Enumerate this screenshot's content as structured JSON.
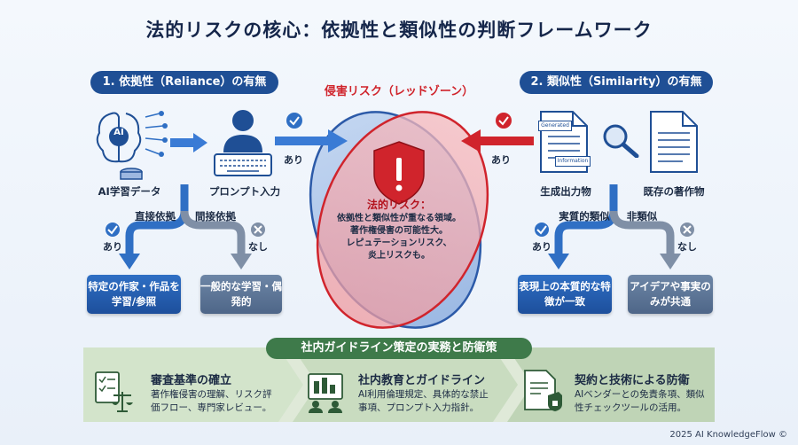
{
  "title": "法的リスクの核心：依拠性と類似性の判断フレームワーク",
  "left": {
    "header": "1. 依拠性（Reliance）の有無",
    "ai_data_label": "AI学習データ",
    "ai_badge": "AI",
    "prompt_label": "プロンプト入力",
    "direct_label": "直接依拠",
    "indirect_label": "間接依拠",
    "yes_label": "あり",
    "no_label": "なし",
    "result_yes": "特定の作家・作品を学習/参照",
    "result_no": "一般的な学習・偶発的"
  },
  "center": {
    "header": "侵害リスク（レッドゾーン）",
    "arrow_left_label": "あり",
    "arrow_right_label": "あり",
    "risk_title": "法的リスク：",
    "risk_lines": [
      "依拠性と類似性が重なる領域。",
      "著作権侵害の可能性大。",
      "レピュテーションリスク、",
      "炎上リスクも。"
    ]
  },
  "right": {
    "header": "2. 類似性（Similarity）の有無",
    "output_label": "生成出力物",
    "existing_label": "既存の著作物",
    "doc_tag1": "Generated",
    "doc_tag2": "Information",
    "substantial_label": "実質的類似",
    "not_similar_label": "非類似",
    "yes_label": "あり",
    "no_label": "なし",
    "result_yes": "表現上の本質的な特徴が一致",
    "result_no": "アイデアや事実のみが共通"
  },
  "bottom": {
    "header": "社内ガイドライン策定の実務と防衛策",
    "steps": [
      {
        "title": "審査基準の確立",
        "desc": "著作権侵害の理解、リスク評価フロー、専門家レビュー。"
      },
      {
        "title": "社内教育とガイドライン",
        "desc": "AI利用倫理規定、具体的な禁止事項、プロンプト入力指針。"
      },
      {
        "title": "契約と技術による防衛",
        "desc": "AIベンダーとの免責条項、類似性チェックツールの活用。"
      }
    ]
  },
  "footer": "2025 AI KnowledgeFlow ©",
  "colors": {
    "navy": "#1f4f95",
    "red": "#d0242c",
    "green": "#3e7a4a"
  }
}
